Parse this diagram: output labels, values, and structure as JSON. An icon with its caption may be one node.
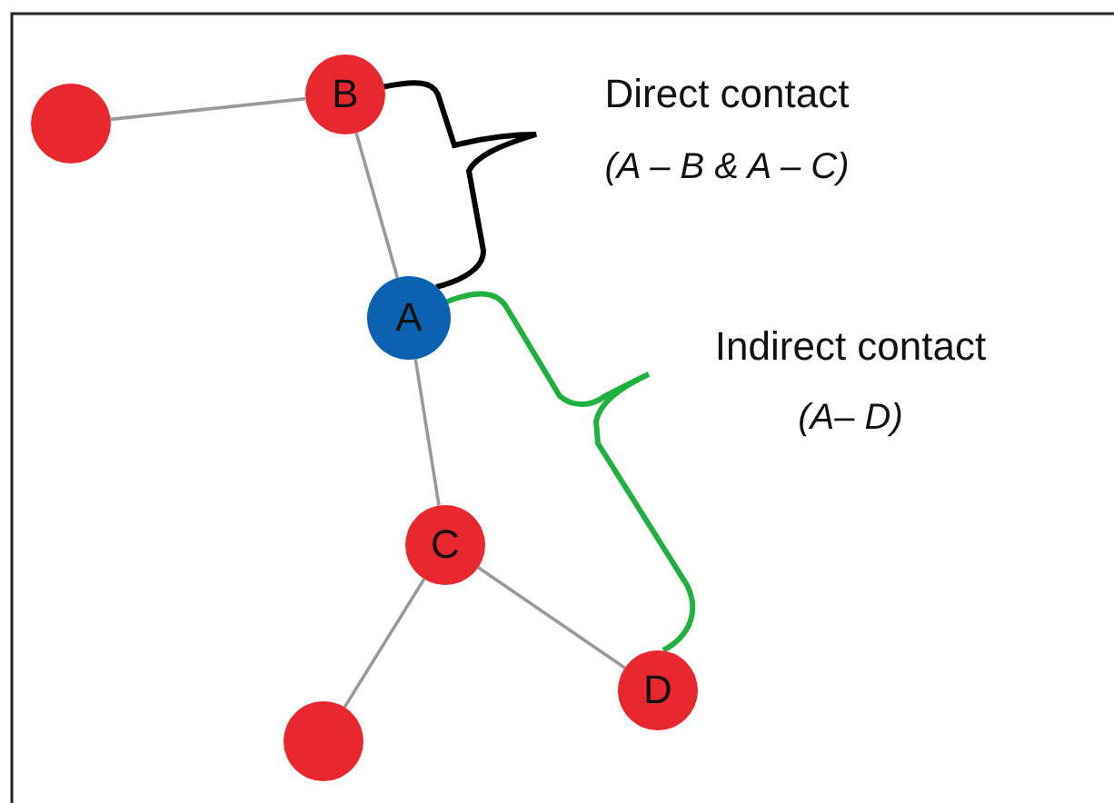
{
  "diagram": {
    "nodes": [
      {
        "text": [],
        "shape": "circle"
      },
      {
        "text": [
          "B"
        ]
      },
      {
        "text": [
          "A"
        ]
      },
      {
        "text": [
          "C"
        ]
      },
      {
        "text": [
          "D"
        ]
      },
      {
        "text": [],
        "shape": "circle"
      }
    ],
    "edges": [
      {
        "from": 0,
        "to": 1,
        "arrow": "none"
      },
      {
        "from": 1,
        "to": 2,
        "arrow": "none"
      },
      {
        "from": 2,
        "to": 3,
        "arrow": "none"
      },
      {
        "from": 3,
        "to": 4,
        "arrow": "none"
      },
      {
        "from": 3,
        "to": 5,
        "arrow": "none"
      }
    ],
    "labels": [
      "Direct contact",
      "(A – B & A – C)",
      "Indirect contact",
      "(A– D)"
    ]
  }
}
